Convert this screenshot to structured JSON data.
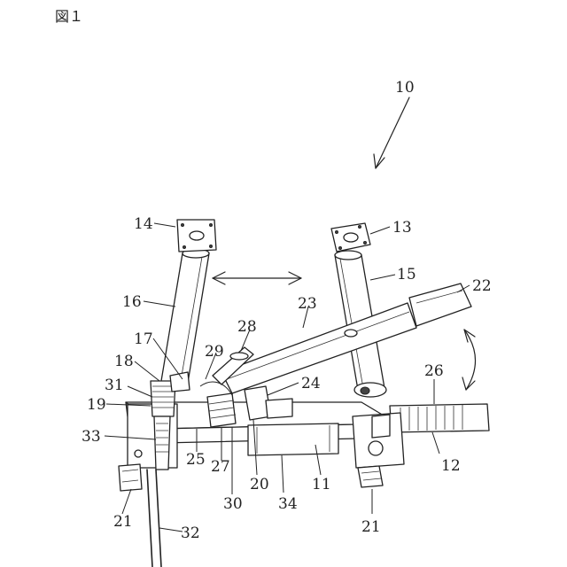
{
  "figure": {
    "title": "図１"
  },
  "labels": {
    "l10": "10",
    "l11": "11",
    "l12": "12",
    "l13": "13",
    "l14": "14",
    "l15": "15",
    "l16": "16",
    "l17": "17",
    "l18": "18",
    "l19": "19",
    "l20": "20",
    "l21a": "21",
    "l21b": "21",
    "l22": "22",
    "l23": "23",
    "l24": "24",
    "l25": "25",
    "l26": "26",
    "l27": "27",
    "l28": "28",
    "l29": "29",
    "l30": "30",
    "l31": "31",
    "l32": "32",
    "l33": "33",
    "l34": "34"
  }
}
